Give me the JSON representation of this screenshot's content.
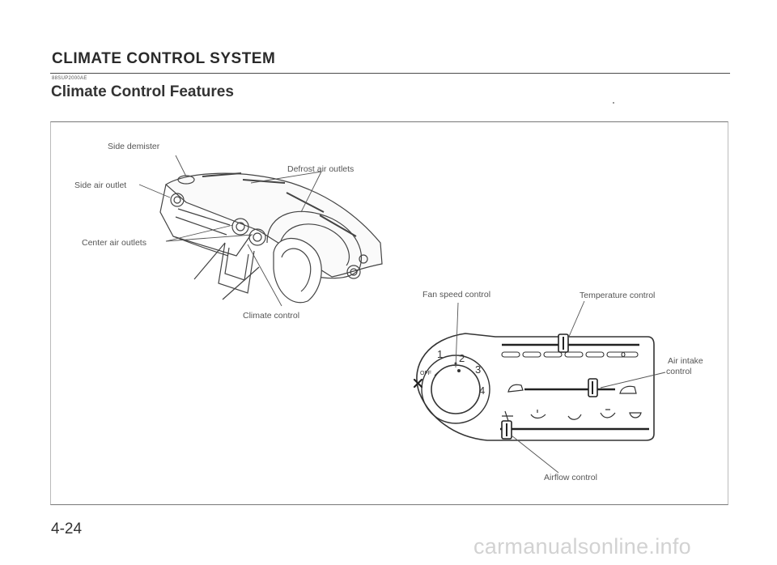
{
  "header": {
    "section_title": "CLIMATE CONTROL SYSTEM",
    "doc_code": "88SUP2000AE",
    "page_heading": "Climate Control Features"
  },
  "figure": {
    "labels": {
      "side_demister": "Side demister",
      "defrost_air_outlets": "Defrost air outlets",
      "side_air_outlet": "Side air outlet",
      "center_air_outlets": "Center air outlets",
      "climate_control": "Climate control",
      "fan_speed_control": "Fan speed control",
      "temperature_control": "Temperature control",
      "air_intake_control_line1": "Air intake",
      "air_intake_control_line2": "control",
      "airflow_control": "Airflow control"
    },
    "fan_dial": {
      "off": "OFF",
      "positions": [
        "1",
        "2",
        "3",
        "4"
      ]
    }
  },
  "footer": {
    "page_number": "4-24"
  },
  "watermark": "carmanualsonline.info"
}
